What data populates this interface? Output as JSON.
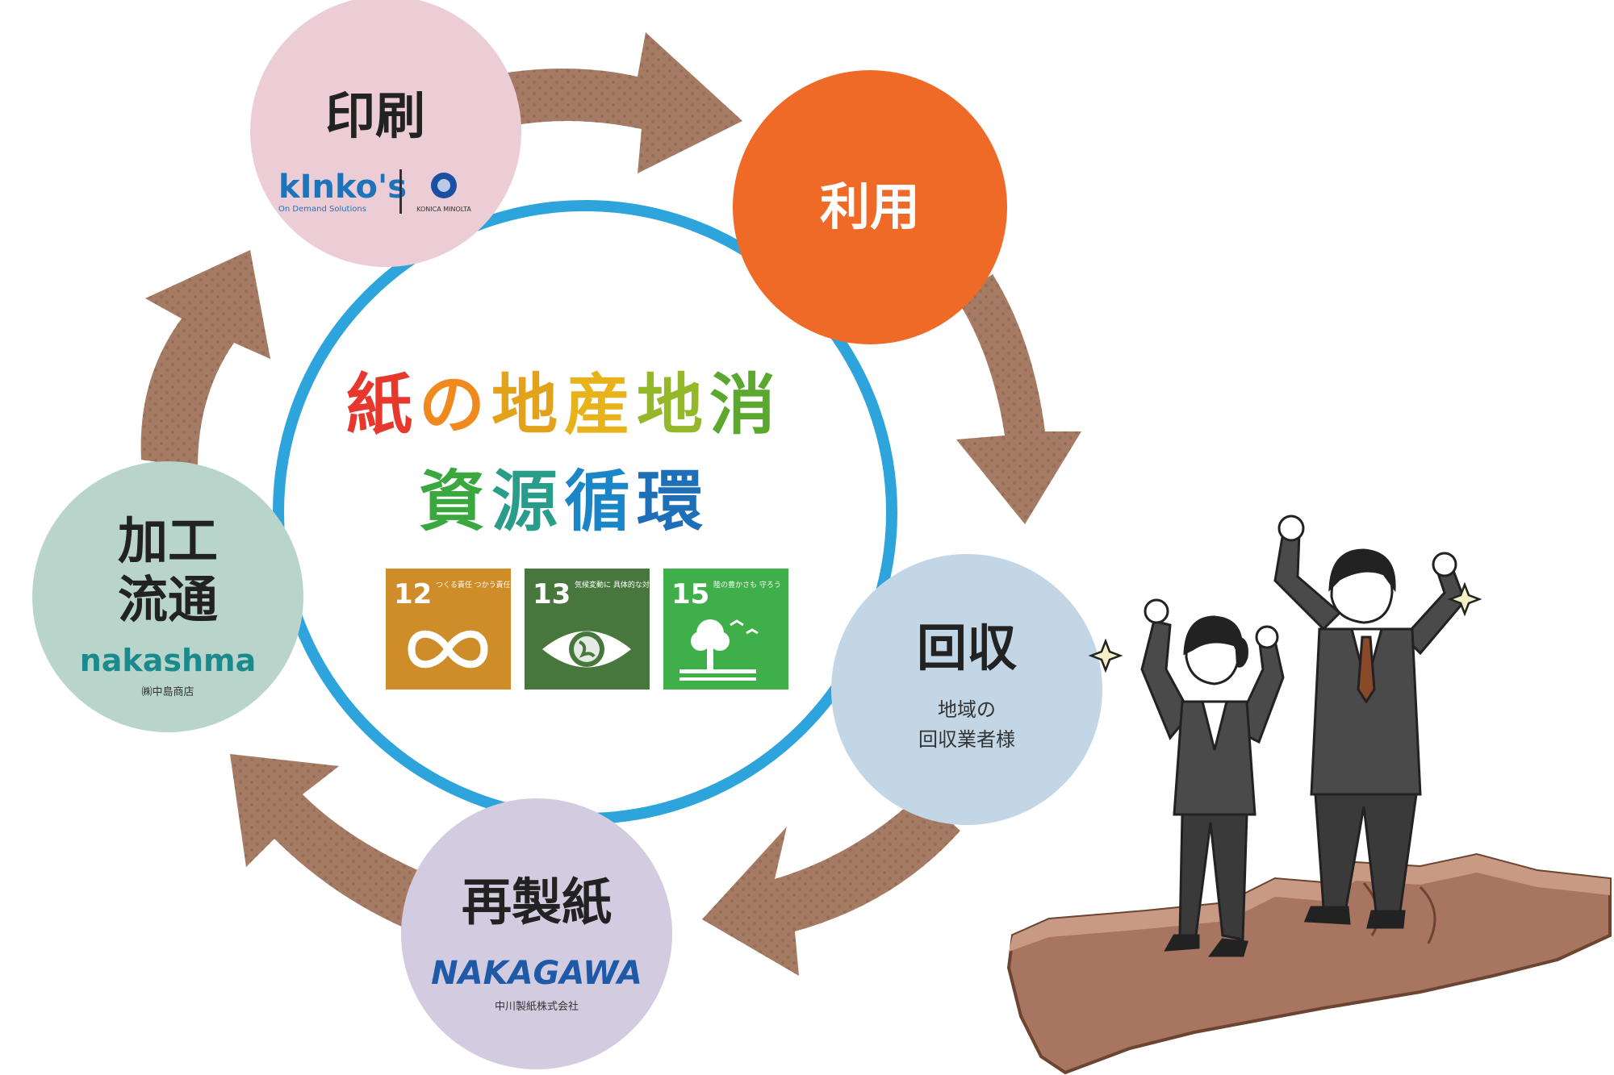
{
  "center": {
    "line1": [
      "紙",
      "の",
      "地",
      "産",
      "地",
      "消"
    ],
    "line2": [
      "資",
      "源",
      "循",
      "環"
    ],
    "line1_colors": [
      "#e8372c",
      "#f08a1e",
      "#e3a21c",
      "#e8b21a",
      "#95b72a",
      "#5aa82e"
    ],
    "line2_colors": [
      "#3aa83f",
      "#2a9c8a",
      "#1a86c8",
      "#1f6fb8"
    ]
  },
  "sdgs": [
    {
      "number": "12",
      "text": "つくる責任 つかう責任",
      "color": "#cf8d2a",
      "icon": "infinity-icon"
    },
    {
      "number": "13",
      "text": "気候変動に 具体的な対策を",
      "color": "#48773e",
      "icon": "eye-globe-icon"
    },
    {
      "number": "15",
      "text": "陸の豊かさも 守ろう",
      "color": "#3eaf49",
      "icon": "tree-birds-icon"
    }
  ],
  "nodes": {
    "print": {
      "title": "印刷",
      "logo_main": "kInko's",
      "logo_sub": "On Demand Solutions",
      "logo_partner": "KONICA MINOLTA",
      "color": "#eccdd6"
    },
    "use": {
      "title": "利用",
      "color": "#ee6a26"
    },
    "collect": {
      "title": "回収",
      "desc1": "地域の",
      "desc2": "回収業者様",
      "color": "#c2d6e6"
    },
    "recycled": {
      "title": "再製紙",
      "logo": "NAKAGAWA",
      "logo_sub": "中川製紙株式会社",
      "color": "#d3cbe0"
    },
    "process": {
      "title1": "加工",
      "title2": "流通",
      "logo": "nakashma",
      "logo_sub": "㈱中島商店",
      "color": "#b9d5cb"
    }
  },
  "colors": {
    "ring": "#2ea4dd",
    "arrow": "#a67b63",
    "arrow_dot": "#8a6450",
    "land": "#a87560",
    "land_edge": "#6b4432"
  }
}
